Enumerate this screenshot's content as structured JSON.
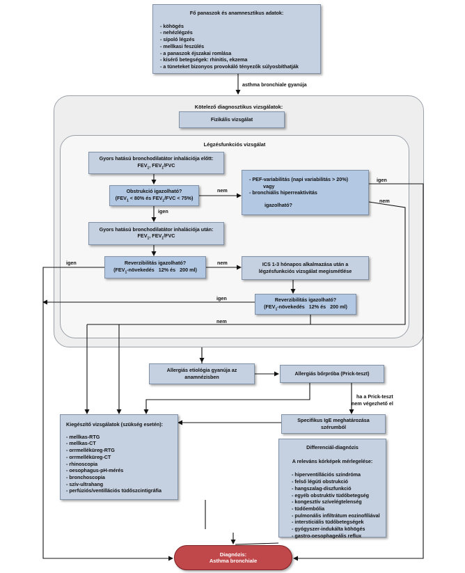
{
  "top_box": {
    "title": "Fő panaszok és anamnesztikus adatok:",
    "items": [
      "- köhögés",
      "- nehézlégzés",
      "- sípoló légzés",
      "- mellkasi feszülés",
      "- a panaszok éjszakai romlása",
      "- kísérő betegségek: rhinitis, ekzema",
      "- a tüneteket bizonyos provokáló tényezők súlyosbíthatják"
    ]
  },
  "suspicion_label": "asthma bronchiale gyanúja",
  "mandatory_panel": {
    "title": "Kötelező diagnosztikus vizsgálatok:"
  },
  "physical_exam": "Fizikális vizsgálat",
  "lung_panel": {
    "title": "Légzésfunkciós vizsgálat"
  },
  "pre_bd": {
    "line1": "Gyors hatású bronchodilatátor inhalációja előtt:",
    "line2": "FEV1, FEV1/FVC"
  },
  "obstruction": {
    "line1": "Obstrukció igazolható?",
    "line2": "(FEV1 < 80% és FEV1/FVC < 75%)"
  },
  "pef_box": {
    "line1": "- PEF-variabilitás (napi variabilitás > 20%)",
    "line2": "vagy",
    "line3": "- bronchiális hiperreaktivitás",
    "line4": "igazolható?"
  },
  "post_bd": {
    "line1": "Gyors hatású bronchodilatátor inhalációja után:",
    "line2": "FEV1, FEV1/FVC"
  },
  "reversibility1": {
    "line1": "Reverzibilitás igazolható?",
    "line2": "(FEV1-növekedés    12% és    200 ml)"
  },
  "ics_box": {
    "line1": "ICS 1-3 hónapos alkalmazása után a",
    "line2": "légzésfunkciós vizsgálat megismétlése"
  },
  "reversibility2": {
    "line1": "Reverzibilitás igazolható?",
    "line2": "(FEV1-növekedés    12% és    200 ml)"
  },
  "labels": {
    "nem": "nem",
    "igen": "igen",
    "prick_alt1": "ha a Prick-teszt",
    "prick_alt2": "nem végezhető el"
  },
  "allergy_suspect": {
    "line1": "Allergiás etiológia gyanúja az",
    "line2": "anamnézisben"
  },
  "prick_test": "Allergiás bőrpróba (Prick-teszt)",
  "ige_box": {
    "line1": "Specifikus IgE meghatározása",
    "line2": "szérumból"
  },
  "supplementary": {
    "title": "Kiegészítő vizsgálatok (szükség esetén):",
    "items": [
      "- mellkas-RTG",
      "- mellkas-CT",
      "- orrmelléküreg-RTG",
      "- orrmelléküreg-CT",
      "- rhinoscopia",
      "- oesophagus-pH-mérés",
      "- bronchoscopia",
      "- szív-ultrahang",
      "- perfúziós/ventillációs tüdőszcintigráfia"
    ]
  },
  "differential": {
    "title": "Differenciál-diagnózis",
    "subtitle": "A releváns kórképek mérlegelése:",
    "items": [
      "- hiperventillációs szindróma",
      "- felső légúti obstrukció",
      "- hangszalag-diszfunkció",
      "- egyéb obstruktív tüdőbetegség",
      "- kongesztív szívelégtelenség",
      "- tüdőembólia",
      "- pulmonális infiltrátum eozinofíliával",
      "- intersticiális tüdőbetegségek",
      "- gyógyszer-indukálta köhögés",
      "- gastro-oesophageális reflux"
    ]
  },
  "diagnosis": {
    "line1": "Diagnózis:",
    "line2": "Asthma bronchiale"
  }
}
